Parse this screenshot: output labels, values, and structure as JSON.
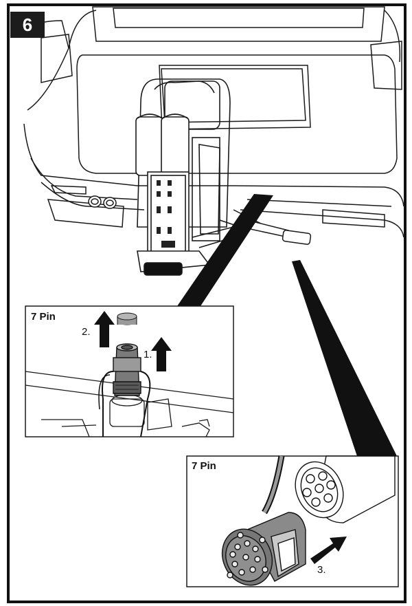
{
  "step": {
    "number": "6"
  },
  "inset_top": {
    "label": "7 Pin",
    "step_a": "2.",
    "step_b": "1."
  },
  "inset_bottom": {
    "label": "7 Pin",
    "step_c": "3."
  },
  "colors": {
    "line": "#1a1a1a",
    "dark": "#151515",
    "socket": "#7a7a7a"
  }
}
